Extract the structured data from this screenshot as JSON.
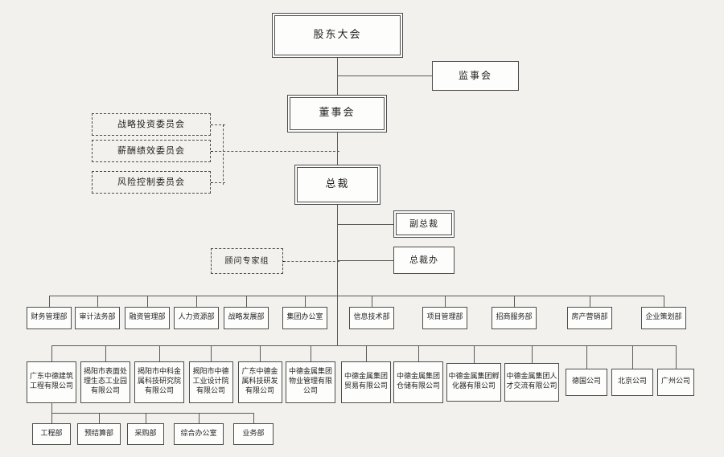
{
  "org_chart": {
    "nodes": {
      "shareholders_meeting": "股东大会",
      "supervisory_board": "监事会",
      "board_of_directors": "董事会",
      "president": "总裁",
      "vice_president": "副总裁",
      "president_office": "总裁办",
      "advisory_expert_group": "顾问专家组"
    },
    "committees": [
      "战略投资委员会",
      "薪酬绩效委员会",
      "风险控制委员会"
    ],
    "departments": [
      "财务管理部",
      "审计法务部",
      "融资管理部",
      "人力资源部",
      "战略发展部",
      "集团办公室",
      "信息技术部",
      "项目管理部",
      "招商服务部",
      "房产营销部",
      "企业策划部"
    ],
    "subsidiaries": [
      "广东中德建筑工程有限公司",
      "揭阳市表面处理生态工业园有限公司",
      "揭阳市中科金属科技研究院有限公司",
      "揭阳市中德工业设计院有限公司",
      "广东中德金属科技研发有限公司",
      "中德金属集团物业管理有限公司",
      "中德金属集团贸易有限公司",
      "中德金属集团仓储有限公司",
      "中德金属集团孵化器有限公司",
      "中德金属集团人才交流有限公司",
      "德国公司",
      "北京公司",
      "广州公司"
    ],
    "construction_sub_departments": [
      "工程部",
      "预结算部",
      "采购部",
      "综合办公室",
      "业务部"
    ],
    "colors": {
      "background": "#f2f1ed",
      "box_background": "#fdfdfc",
      "box_border": "#4d4d4d",
      "line": "#5a5a5a",
      "text": "#1f1f1f"
    }
  }
}
